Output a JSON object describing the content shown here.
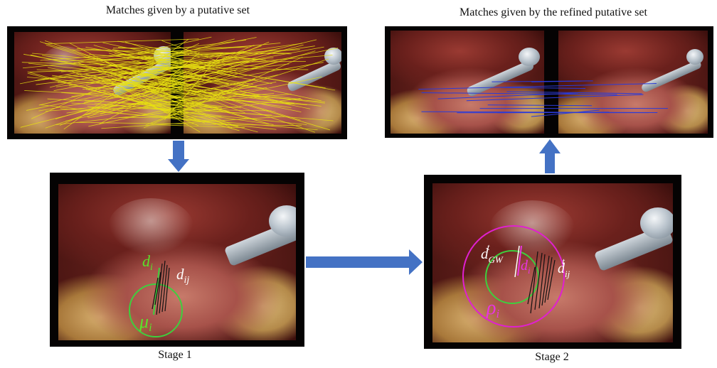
{
  "captions": {
    "top_left": "Matches given by a putative set",
    "top_right": "Matches given by the refined putative set",
    "stage1": "Stage 1",
    "stage2": "Stage 2"
  },
  "stage1_labels": {
    "d_i_base": "d",
    "d_i_sub": "i",
    "d_ij_base": "d",
    "d_ij_sub": "ij",
    "mu_base": "μ",
    "mu_sub": "i"
  },
  "stage2_labels": {
    "dGW_base": "d",
    "dGW_sub": "GW",
    "dGW_sup": "t",
    "di_base": "d",
    "di_sub": "i",
    "dij_base": "d",
    "dij_sub": "ij",
    "dij_sup": "t",
    "rho_base": "ρ",
    "rho_sub": "i"
  },
  "colors": {
    "arrow": "#4472c4",
    "putative_match_lines": "#e8e010",
    "refined_match_lines": "#2a3ad8",
    "circle_green": "#3ecf3e",
    "circle_magenta": "#e020d0",
    "label_green": "#59e32a",
    "label_magenta": "#e834e0",
    "label_white": "#ffffff"
  }
}
